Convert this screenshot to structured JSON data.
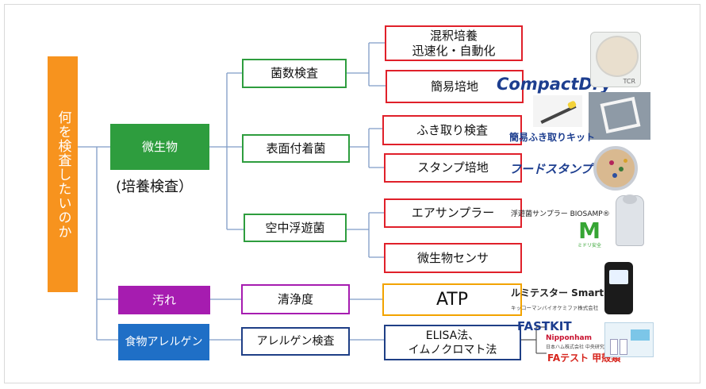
{
  "root": {
    "label": "何を検査したいのか"
  },
  "level1": {
    "microbe": "微生物",
    "microbe_sub": "(培養検査）",
    "dirt": "汚れ",
    "allergen": "食物アレルゲン"
  },
  "level2": {
    "count": "菌数検査",
    "surface": "表面付着菌",
    "airborne": "空中浮遊菌",
    "cleanliness": "清浄度",
    "allergen_test": "アレルゲン検査"
  },
  "level3": {
    "mixed": "混釈培養\n迅速化・自動化",
    "simple": "簡易培地",
    "wipe": "ふき取り検査",
    "stamp": "スタンプ培地",
    "air_sampler": "エアサンプラー",
    "sensor": "微生物センサ",
    "atp": "ATP",
    "elisa": "ELISA法、\nイムノクロマト法"
  },
  "products": {
    "compactdry": "CompactDry",
    "tcr": "TCR",
    "wipe_kit": "簡易ふき取りキット",
    "food_stamp": "フードスタンプ",
    "biosamp": "浮遊菌サンプラー BIOSAMP®",
    "midori": "ミドリ安全",
    "lumitester": "ルミテスター Smart",
    "kikkoman": "キッコーマンバイオケミファ株式会社",
    "fastkit": "FASTKIT",
    "nipponham": "Nipponham",
    "nipponham_sub": "日本ハム株式会社 中央研究所",
    "fa_test": "FAテスト 甲殻類"
  },
  "colors": {
    "orange": "#f7931e",
    "green": "#2e9d3e",
    "purple": "#a61cb0",
    "blue": "#1f6fc6",
    "red": "#e0202a",
    "navy": "#1f3f86",
    "line": "#7f9cc7"
  }
}
